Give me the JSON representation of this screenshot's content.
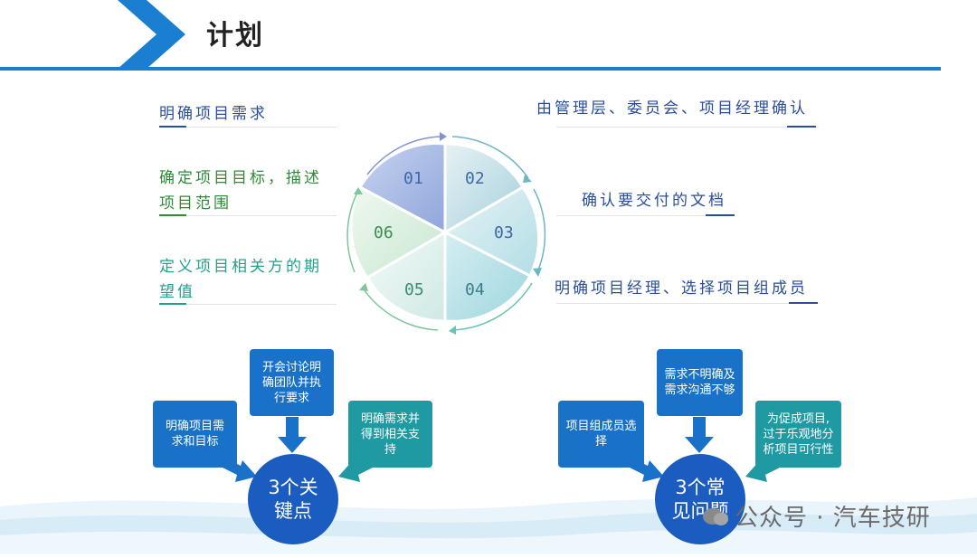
{
  "header": {
    "title": "计划"
  },
  "left_items": [
    {
      "lines": [
        "明确项目需求"
      ],
      "color": "#2a4e9b"
    },
    {
      "lines": [
        "确定项目目标，描述",
        "项目范围"
      ],
      "color": "#2f8a38"
    },
    {
      "lines": [
        "定义项目相关方的期",
        "望值"
      ],
      "color": "#22a08d"
    }
  ],
  "right_items": [
    {
      "lines": [
        "由管理层、委员会、项目经理确认"
      ],
      "color": "#2a4e9b"
    },
    {
      "lines": [
        "确认要交付的文档"
      ],
      "color": "#2a4e9b"
    },
    {
      "lines": [
        "明确项目经理、选择项目组成员"
      ],
      "color": "#2a4e9b"
    }
  ],
  "pie": {
    "segments": [
      "01",
      "02",
      "03",
      "04",
      "05",
      "06"
    ]
  },
  "left_group": {
    "center": [
      "3个关",
      "键点"
    ],
    "boxes": [
      {
        "text": [
          "明确项目需",
          "求和目标"
        ],
        "color": "#1a72c8"
      },
      {
        "text": [
          "开会讨论明",
          "确团队并执",
          "行要求"
        ],
        "color": "#1a72c8"
      },
      {
        "text": [
          "明确需求并",
          "得到相关支",
          "持"
        ],
        "color": "#1f9aa3"
      }
    ],
    "circle_color": "#1a5cc0"
  },
  "right_group": {
    "center": [
      "3个常",
      "见问题"
    ],
    "boxes": [
      {
        "text": [
          "项目组成员选",
          "择"
        ],
        "color": "#1a72c8"
      },
      {
        "text": [
          "需求不明确及",
          "需求沟通不够"
        ],
        "color": "#1a72c8"
      },
      {
        "text": [
          "为促成项目,",
          "过于乐观地分",
          "析项目可行性"
        ],
        "color": "#1f9aa3"
      }
    ],
    "circle_color": "#1a5cc0"
  },
  "watermark": {
    "text": "公众号 · 汽车技研"
  },
  "colors": {
    "accent": "#1b7fd1",
    "arrow": "#1a72c8"
  }
}
